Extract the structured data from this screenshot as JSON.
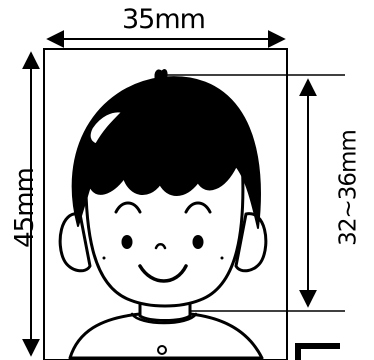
{
  "dimensions": {
    "width_label": "35mm",
    "height_label": "45mm",
    "head_label": "32~36mm"
  },
  "colors": {
    "ink": "#000000",
    "paper": "#ffffff",
    "hair": "#000000"
  }
}
